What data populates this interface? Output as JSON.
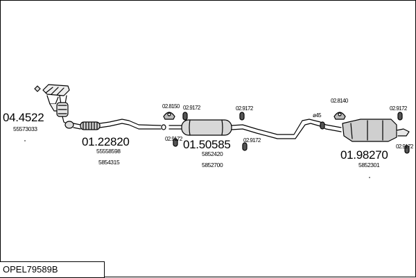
{
  "title": "OPEL79589B",
  "parts": [
    {
      "id": "manifold-catalyst",
      "code": "04.4522",
      "refs": [
        "55573033"
      ]
    },
    {
      "id": "front-pipe",
      "code": "01.22820",
      "refs": [
        "55558598",
        "5854315"
      ]
    },
    {
      "id": "middle-silencer",
      "code": "01.50585",
      "refs": [
        "5852420",
        "5852700"
      ]
    },
    {
      "id": "rear-silencer",
      "code": "01.98270",
      "refs": [
        "5852301"
      ]
    }
  ],
  "fittings": {
    "mount_middle_1": "02.8150",
    "clamp_middle_1": "02.9172",
    "clamp_middle_2": "02.9172",
    "clamp_middle_3": "02.9172",
    "clamp_middle_4": "02.9172",
    "mount_rear": "02.8140",
    "clamp_rear_1": "02.9172",
    "clamp_rear_2": "02.9172",
    "pipe_diameter": "ø45"
  }
}
